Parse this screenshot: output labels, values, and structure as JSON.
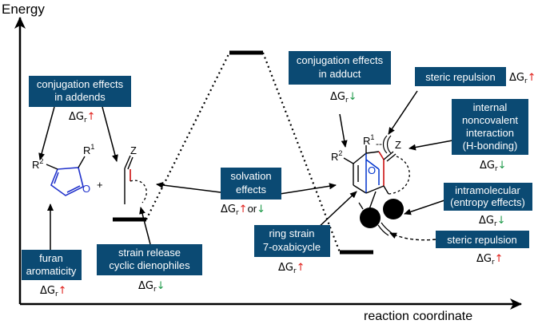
{
  "axes": {
    "y_label": "Energy",
    "x_label": "reaction coordinate"
  },
  "symbols": {
    "delta_g": "ΔG",
    "sub_r": "r",
    "up": "↑",
    "down": "↓",
    "or": "or",
    "plus": "+"
  },
  "colors": {
    "box": "#0b4a73",
    "up_arrow": "#e0201b",
    "down_arrow": "#1f9a4a",
    "furan": "#2233cc",
    "dienophile_bond": "#cc1111"
  },
  "boxes": {
    "conj_addends": [
      "conjugation effects",
      "in addends"
    ],
    "conj_adduct": [
      "conjugation effects",
      "in adduct"
    ],
    "steric_top": "steric repulsion",
    "internal": [
      "internal",
      "noncovalent",
      "interaction",
      "(H-bonding)"
    ],
    "solvation": [
      "solvation",
      "effects"
    ],
    "intramolecular": [
      "intramolecular",
      "(entropy effects)"
    ],
    "steric_bottom": "steric repulsion",
    "ring_strain": [
      "ring strain",
      "7-oxabicycle"
    ],
    "strain_release": [
      "strain release",
      "cyclic dienophiles"
    ],
    "furan": [
      "furan",
      "aromaticity"
    ]
  },
  "molecule_labels": {
    "r1": "R",
    "r1_sup": "1",
    "r2": "R",
    "r2_sup": "2",
    "oxygen": "O",
    "z": "Z"
  }
}
